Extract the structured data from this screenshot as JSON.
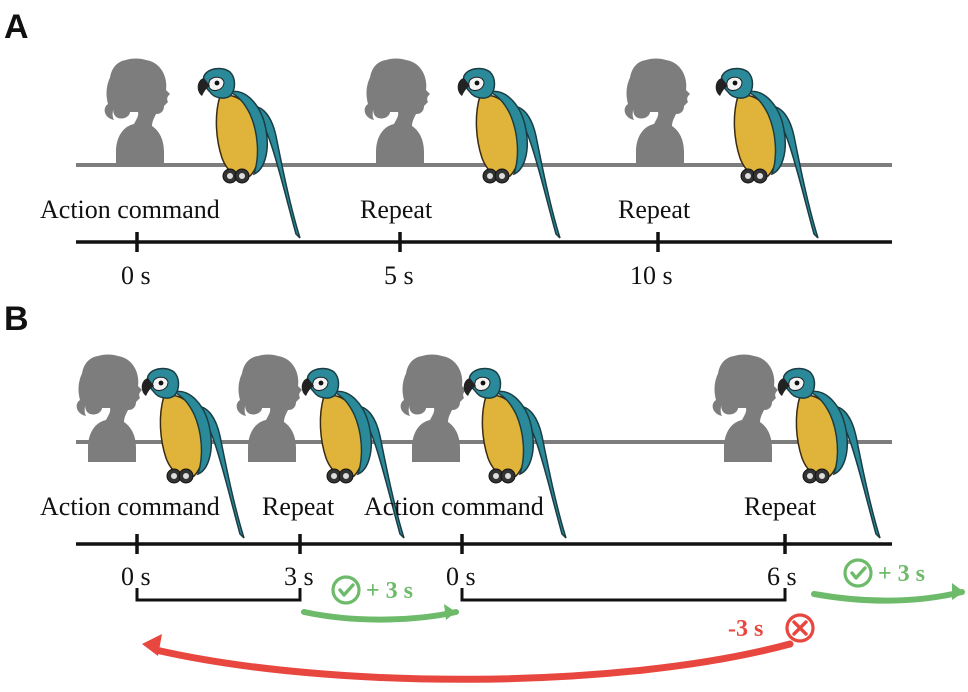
{
  "panel_a": {
    "letter": "A",
    "events": [
      {
        "label": "Action command",
        "time": "0 s"
      },
      {
        "label": "Repeat",
        "time": "5 s"
      },
      {
        "label": "Repeat",
        "time": "10 s"
      }
    ]
  },
  "panel_b": {
    "letter": "B",
    "events": [
      {
        "label": "Action command",
        "time": "0 s"
      },
      {
        "label": "Repeat",
        "time": "3 s"
      },
      {
        "label": "Action command",
        "time": "0 s"
      },
      {
        "label": "Repeat",
        "time": "6 s"
      }
    ],
    "reward_1": "+ 3 s",
    "reward_2": "+ 3 s",
    "penalty": "-3 s"
  },
  "colors": {
    "green": "#6dbb6a",
    "red": "#e8473f",
    "silhouette": "#7d7d7d",
    "parrot_blue": "#2a8a9a",
    "parrot_yellow": "#e0b43a"
  },
  "icons": {
    "check": "check-circle-icon",
    "cross": "cross-circle-icon",
    "human": "woman-silhouette-icon",
    "parrot": "parrot-icon"
  }
}
